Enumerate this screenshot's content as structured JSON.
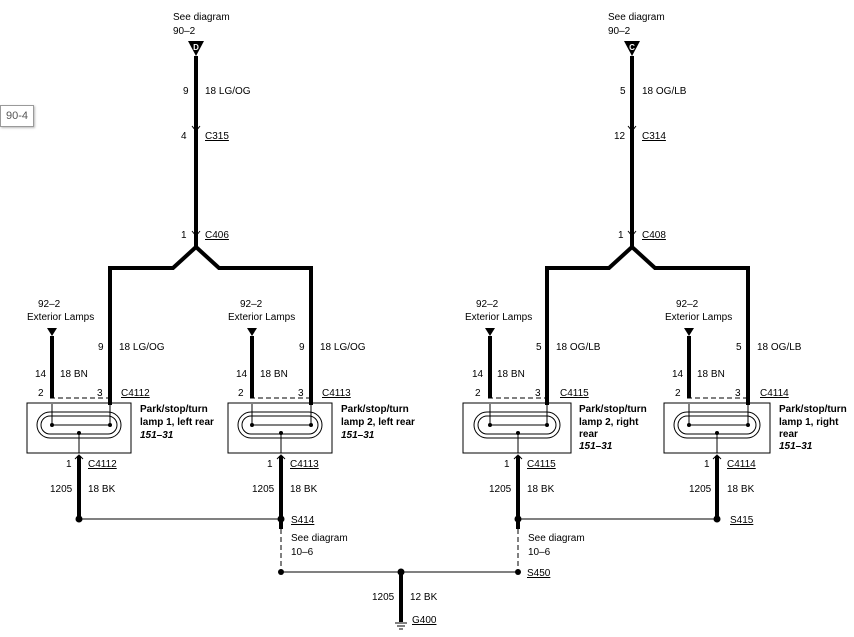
{
  "page_ref": "90-4",
  "feeds": {
    "left": {
      "see_label": "See diagram",
      "ref": "90–2",
      "letter": "D",
      "pin_top": "9",
      "wire": "18 LG/OG",
      "pin_conn": "4",
      "conn": "C315",
      "pin_split": "1",
      "split_conn": "C406"
    },
    "right": {
      "see_label": "See diagram",
      "ref": "90–2",
      "letter": "C",
      "pin_top": "5",
      "wire": "18 OG/LB",
      "pin_conn": "12",
      "conn": "C314",
      "pin_split": "1",
      "split_conn": "C408"
    }
  },
  "lamps": [
    {
      "src_ref": "92–2",
      "src_label": "Exterior Lamps",
      "pin_bn_circuit": "14",
      "bn_wire": "18 BN",
      "feed_circuit": "9",
      "feed_wire": "18 LG/OG",
      "pin2": "2",
      "pin3": "3",
      "conn": "C4112",
      "name_1": "Park/stop/turn",
      "name_2": "lamp 1, left rear",
      "name_3": "",
      "ref": "151–31",
      "pin_gnd": "1",
      "gnd_conn": "C4112",
      "gnd_circuit": "1205",
      "gnd_wire": "18 BK"
    },
    {
      "src_ref": "92–2",
      "src_label": "Exterior Lamps",
      "pin_bn_circuit": "14",
      "bn_wire": "18 BN",
      "feed_circuit": "9",
      "feed_wire": "18 LG/OG",
      "pin2": "2",
      "pin3": "3",
      "conn": "C4113",
      "name_1": "Park/stop/turn",
      "name_2": "lamp 2, left rear",
      "name_3": "",
      "ref": "151–31",
      "pin_gnd": "1",
      "gnd_conn": "C4113",
      "gnd_circuit": "1205",
      "gnd_wire": "18 BK"
    },
    {
      "src_ref": "92–2",
      "src_label": "Exterior Lamps",
      "pin_bn_circuit": "14",
      "bn_wire": "18 BN",
      "feed_circuit": "5",
      "feed_wire": "18 OG/LB",
      "pin2": "2",
      "pin3": "3",
      "conn": "C4115",
      "name_1": "Park/stop/turn",
      "name_2": "lamp 2, right",
      "name_3": "rear",
      "ref": "151–31",
      "pin_gnd": "1",
      "gnd_conn": "C4115",
      "gnd_circuit": "1205",
      "gnd_wire": "18 BK"
    },
    {
      "src_ref": "92–2",
      "src_label": "Exterior Lamps",
      "pin_bn_circuit": "14",
      "bn_wire": "18 BN",
      "feed_circuit": "5",
      "feed_wire": "18 OG/LB",
      "pin2": "2",
      "pin3": "3",
      "conn": "C4114",
      "name_1": "Park/stop/turn",
      "name_2": "lamp 1, right",
      "name_3": "rear",
      "ref": "151–31",
      "pin_gnd": "1",
      "gnd_conn": "C4114",
      "gnd_circuit": "1205",
      "gnd_wire": "18 BK"
    }
  ],
  "splices": {
    "s414": "S414",
    "s415": "S415",
    "s450": "S450"
  },
  "see_left": {
    "label": "See diagram",
    "ref": "10–6"
  },
  "see_right": {
    "label": "See diagram",
    "ref": "10–6"
  },
  "ground": {
    "circuit": "1205",
    "wire": "12 BK",
    "name": "G400"
  }
}
